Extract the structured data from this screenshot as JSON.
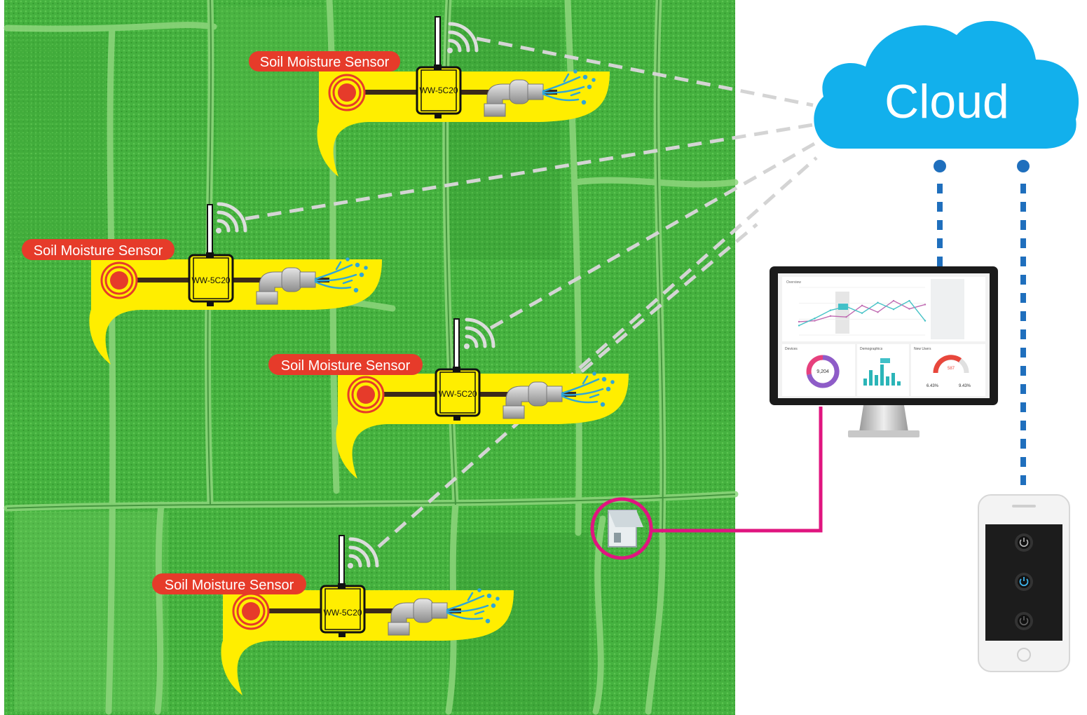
{
  "diagram": {
    "cloud_label": "Cloud",
    "sensors": [
      {
        "label": "Soil Moisture Sensor",
        "device_label": "WW-5C20"
      },
      {
        "label": "Soil Moisture Sensor",
        "device_label": "WW-5C20"
      },
      {
        "label": "Soil Moisture Sensor",
        "device_label": "WW-5C20"
      },
      {
        "label": "Soil Moisture Sensor",
        "device_label": "WW-5C20"
      }
    ]
  },
  "monitor": {
    "header_title": "Overview",
    "panels": [
      {
        "title": "Devices",
        "big_number": "9,204"
      },
      {
        "title": "Demographics"
      },
      {
        "title": "New Users",
        "big_number": "587",
        "stat_a": "6.43%",
        "stat_b": "9.43%"
      }
    ],
    "chart_data": {
      "type": "line",
      "categories": [
        "",
        "",
        "",
        "",
        "",
        "",
        "",
        "",
        ""
      ],
      "series": [
        {
          "values": [
            28,
            30,
            40,
            38,
            62,
            48,
            72,
            55,
            64
          ]
        },
        {
          "values": [
            20,
            35,
            52,
            60,
            46,
            68,
            54,
            72,
            30
          ]
        }
      ],
      "ylim": [
        0,
        100
      ]
    }
  },
  "colors": {
    "field_green": "#3faa3a",
    "sensor_bubble": "#ffee00",
    "label_red": "#e63b2a",
    "cloud_blue": "#12b0ec",
    "link_blue": "#1f6fbd",
    "link_magenta": "#e0157f",
    "wifi_gray": "#cccccc"
  },
  "icons": {
    "antenna": "antenna-icon",
    "wifi": "wifi-signal-icon",
    "sensor_probe": "target-icon",
    "valve": "pipe-valve-icon",
    "water": "water-spray-icon",
    "house": "farmhouse-icon",
    "power": "power-button-icon"
  }
}
